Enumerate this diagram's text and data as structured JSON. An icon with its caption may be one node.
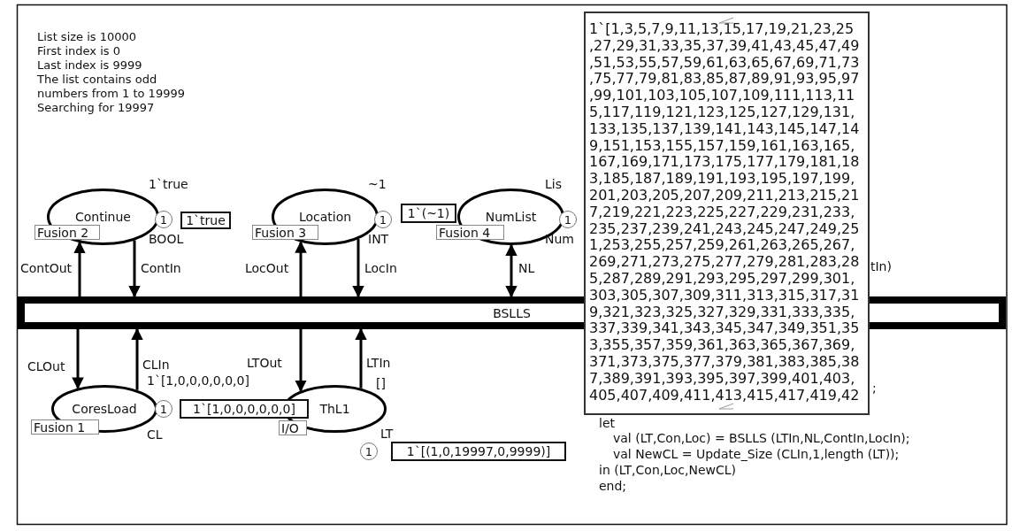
{
  "diagram": {
    "nodes": [
      {
        "text": [
          "Continue"
        ],
        "beside": [
          "1`true",
          "BOOL"
        ]
      },
      {
        "text": [
          "1"
        ]
      },
      {
        "text": [
          "1`true"
        ]
      },
      {
        "text": [
          "Fusion 2"
        ]
      },
      {
        "text": [
          "Location"
        ],
        "beside": [
          "~1",
          "INT"
        ]
      },
      {
        "text": [
          "1"
        ]
      },
      {
        "text": [
          "1`(~1)"
        ]
      },
      {
        "text": [
          "Fusion 3"
        ]
      },
      {
        "text": [
          "NumList"
        ],
        "beside": [
          "Lis",
          "Num"
        ]
      },
      {
        "text": [
          "1"
        ]
      },
      {
        "text": [
          "Fusion 4"
        ]
      },
      {
        "text": [
          "BSLLS"
        ]
      },
      {
        "text": [
          "CoresLoad"
        ],
        "beside": [
          "1`[1,0,0,0,0,0,0]",
          "CL"
        ]
      },
      {
        "text": [
          "1"
        ]
      },
      {
        "text": [
          "1`[1,0,0,0,0,0,0]"
        ]
      },
      {
        "text": [
          "Fusion 1"
        ]
      },
      {
        "text": [
          "ThL1"
        ],
        "beside": [
          "[]",
          "LT"
        ]
      },
      {
        "text": [
          "I/O"
        ]
      },
      {
        "text": [
          "1"
        ]
      },
      {
        "text": [
          "1`[(1,0,19997,0,9999)]"
        ]
      },
      {
        "text": [
          "1`[1,3,5,7,9,11,13,15,17,19,21,23,25 ,27,29,31,33,35,37,39,41,43,45,47,49 ,51,53,55,57,59,61,63,65,67,69,71,73 ,75,77,79,81,83,85,87,89,91,93,95,97 ,99,101,103,105,107,109,111,113,11 5,117,119,121,123,125,127,129,131, 133,135,137,139,141,143,145,147,14 9,151,153,155,157,159,161,163,165, 167,169,171,173,175,177,179,181,18 3,185,187,189,191,193,195,197,199, 201,203,205,207,209,211,213,215,21 7,219,221,223,225,227,229,231,233, 235,237,239,241,243,245,247,249,25 1,253,255,257,259,261,263,265,267, 269,271,273,275,277,279,281,283,28 5,287,289,291,293,295,297,299,301, 303,305,307,309,311,313,315,317,31 9,321,323,325,327,329,331,333,335, 337,339,341,343,345,347,349,351,35 3,355,357,359,361,363,365,367,369, 371,373,375,377,379,381,383,385,38 7,389,391,393,395,397,399,401,403, 405,407,409,411,413,415,417,419,42"
        ]
      }
    ],
    "edges": [
      {
        "from": 11,
        "to": 0,
        "arrow": "to",
        "label": "ContOut"
      },
      {
        "from": 0,
        "to": 11,
        "arrow": "to",
        "label": "ContIn"
      },
      {
        "from": 11,
        "to": 4,
        "arrow": "to",
        "label": "LocOut"
      },
      {
        "from": 4,
        "to": 11,
        "arrow": "to",
        "label": "LocIn"
      },
      {
        "from": 8,
        "to": 11,
        "arrow": "both",
        "label": "NL"
      },
      {
        "from": 11,
        "to": 12,
        "arrow": "to",
        "label": "CLOut"
      },
      {
        "from": 12,
        "to": 11,
        "arrow": "to",
        "label": "CLIn"
      },
      {
        "from": 11,
        "to": 16,
        "arrow": "to",
        "label": "LTOut"
      },
      {
        "from": 16,
        "to": 11,
        "arrow": "to",
        "label": "LTIn"
      }
    ],
    "labels": [
      "List size is 10000",
      "First index is 0",
      "Last index is 9999",
      "The list contains odd numbers from 1 to 19999",
      "Searching for 19997",
      "tIn)",
      ";",
      "let",
      "val (LT,Con,Loc) = BSLLS (LTIn,NL,ContIn,LocIn);",
      "val NewCL = Update_Size (CLIn,1,length (LT));",
      "in (LT,Con,Loc,NewCL)",
      "end;"
    ]
  }
}
